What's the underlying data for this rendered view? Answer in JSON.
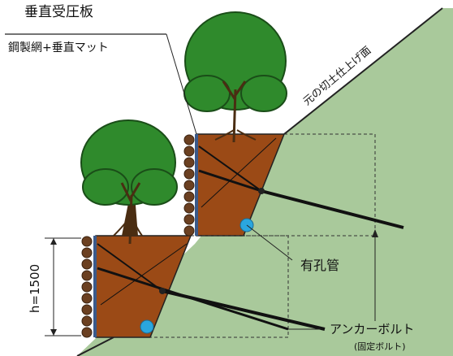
{
  "labels": {
    "plate": "垂直受圧板",
    "mesh_mat": "鋼製網+垂直マット",
    "slope_surface": "元の切土仕上げ面",
    "pipe": "有孔管",
    "anchor": "アンカーボルト",
    "anchor_sub": "(固定ボルト)",
    "height": "h=1500"
  },
  "colors": {
    "slope": "#a9c99b",
    "soil": "#9b4a16",
    "log": "#6b4021",
    "foliage": "#2f8a2c",
    "trunk": "#4a2d12",
    "pipe": "#2aa6df",
    "bolt": "#1a1a1a"
  }
}
